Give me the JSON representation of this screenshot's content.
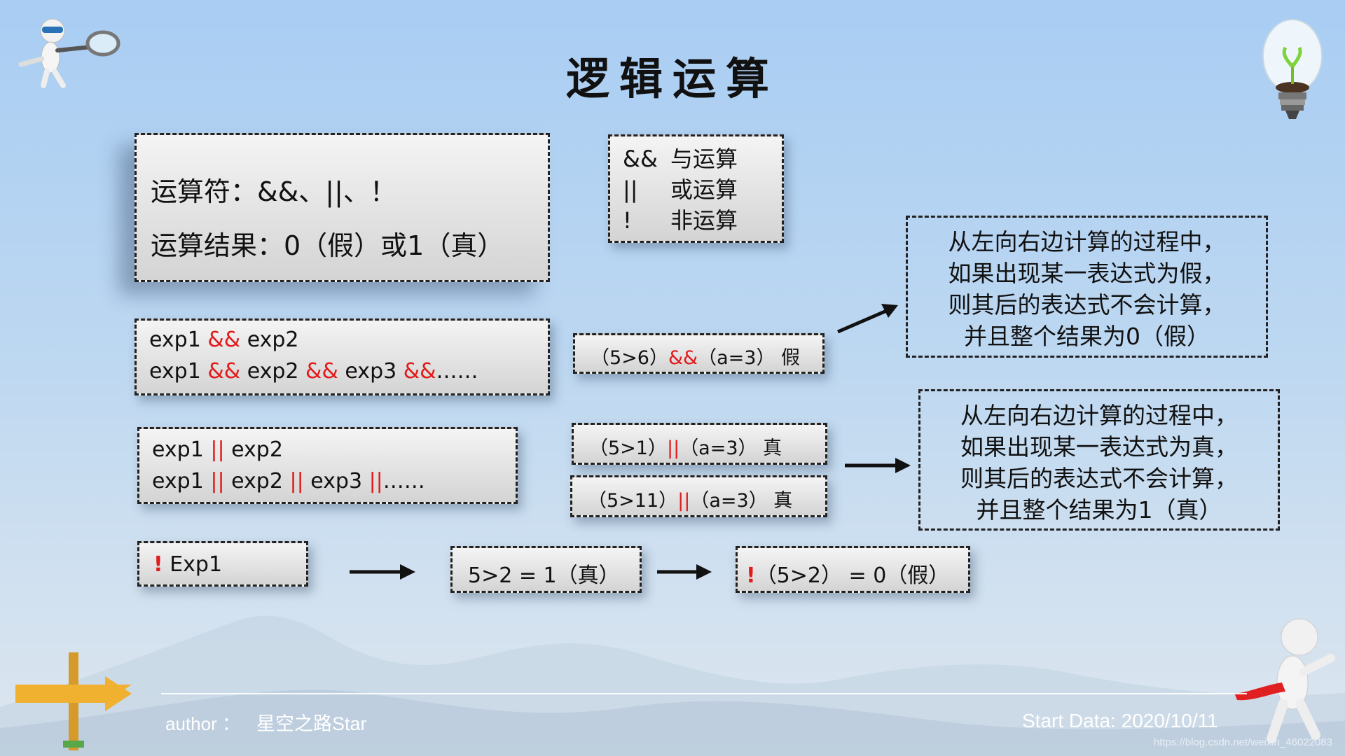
{
  "title": "逻辑运算",
  "operators_box": {
    "line1": "运算符：&&、||、！",
    "line2": "运算结果：0（假）或1（真）"
  },
  "legend": {
    "rows": [
      {
        "op": "&&",
        "desc": "与运算"
      },
      {
        "op": "||",
        "desc": "或运算"
      },
      {
        "op": "!",
        "desc": "非运算"
      }
    ]
  },
  "and_box": {
    "l1": {
      "a": "exp1 ",
      "op": "&&",
      "b": " exp2"
    },
    "l2": {
      "a": "exp1 ",
      "op1": "&&",
      "b": " exp2 ",
      "op2": "&&",
      "c": " exp3 ",
      "op3": "&&",
      "tail": "……"
    }
  },
  "and_example": {
    "a": "（5>6）",
    "op": "&&",
    "b": "（a=3） 假"
  },
  "and_note": [
    "从左向右边计算的过程中，",
    "如果出现某一表达式为假，",
    "则其后的表达式不会计算，",
    "并且整个结果为0（假）"
  ],
  "or_box": {
    "l1": {
      "a": "exp1 ",
      "op": "||",
      "b": " exp2"
    },
    "l2": {
      "a": "exp1 ",
      "op1": "||",
      "b": " exp2 ",
      "op2": "||",
      "c": " exp3 ",
      "op3": "||",
      "tail": "……"
    }
  },
  "or_examples": [
    {
      "a": "（5>1）",
      "op": "||",
      "b": "（a=3） 真"
    },
    {
      "a": "（5>11）",
      "op": "||",
      "b": "（a=3） 真"
    }
  ],
  "or_note": [
    "从左向右边计算的过程中，",
    "如果出现某一表达式为真，",
    "则其后的表达式不会计算，",
    "并且整个结果为1（真）"
  ],
  "not_box": {
    "op": "!",
    "text": " Exp1"
  },
  "not_step1": "5>2 = 1（真）",
  "not_step2": {
    "op": "!",
    "text": "（5>2） = 0（假）"
  },
  "footer": {
    "author_label": "author  ：",
    "author_name": "星空之路Star",
    "date_label": "Start Data: ",
    "date_value": "2020/10/11",
    "watermark": "https://blog.csdn.net/weixin_46022083"
  },
  "colors": {
    "operator_red": "#e21a1a"
  },
  "icons": [
    "magnifier-robot-icon",
    "lightbulb-icon",
    "signpost-icon",
    "runner-figure-icon",
    "arrow-right-icon"
  ]
}
